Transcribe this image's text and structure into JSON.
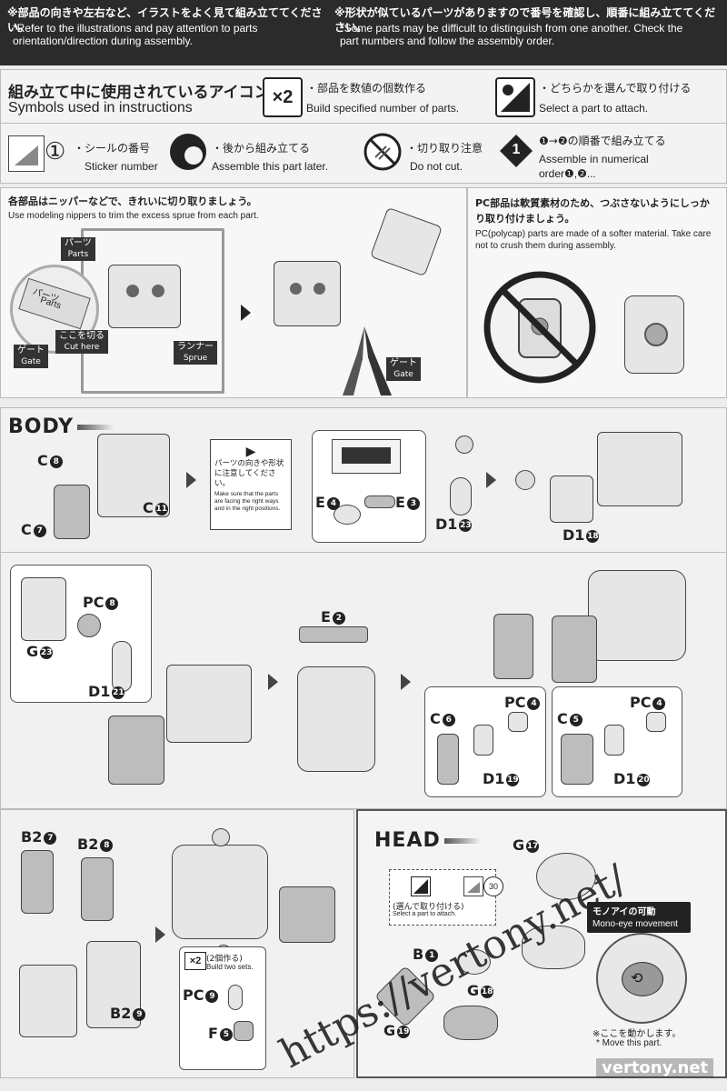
{
  "header": {
    "note_jp": "※部品の向きや左右など、イラストをよく見て組み立ててください。",
    "note_en": "*Refer to the illustrations and pay attention to parts orientation/direction during assembly.",
    "note2_jp": "※形状が似ているパーツがありますので番号を確認し、順番に組み立ててください。",
    "note2_en": "*Some parts may be difficult to distinguish from one another. Check the part numbers and follow the assembly order."
  },
  "icons_section": {
    "title_jp": "組み立て中に使用されているアイコン",
    "title_en": "Symbols used in instructions",
    "x2_badge": "×2",
    "x2_jp": "・部品を数値の個数作る",
    "x2_en": "Build specified number of parts.",
    "select_jp": "・どちらかを選んで取り付ける",
    "select_en": "Select a part to attach.",
    "sticker_num": "①",
    "sticker_jp": "・シールの番号",
    "sticker_en": "Sticker number",
    "later_jp": "・後から組み立てる",
    "later_en": "Assemble this part later.",
    "nocut_jp": "・切り取り注意",
    "nocut_en": "Do not cut.",
    "order_badge": "1",
    "order_jp": "❶→❷の順番で組み立てる",
    "order_en": "Assemble in numerical order❶,❷..."
  },
  "nipper_section": {
    "text_jp": "各部品はニッパーなどで、きれいに切り取りましょう。",
    "text_en": "Use modeling nippers to trim the excess sprue from each part.",
    "parts_jp": "パーツ",
    "parts_en": "Parts",
    "parts2_jp": "パーツ",
    "parts2_en": "Parts",
    "cut_jp": "ここを切る",
    "cut_en": "Cut here",
    "gate_jp": "ゲート",
    "gate_en": "Gate",
    "runner_jp": "ランナー",
    "runner_en": "Sprue",
    "gate2_jp": "ゲート",
    "gate2_en": "Gate"
  },
  "pc_section": {
    "text_jp": "PC部品は軟質素材のため、つぶさないようにしっかり取り付けましょう。",
    "text_en": "PC(polycap) parts are made of a softer material. Take care not to crush them during assembly."
  },
  "body": {
    "title": "BODY",
    "c8": "C",
    "c8n": "8",
    "c11": "C",
    "c11n": "11",
    "c7": "C",
    "c7n": "7",
    "note_jp": "パーツの向きや形状に注意してください。",
    "note_en": "Make sure that the parts are facing the right ways and in the right positions.",
    "e4": "E",
    "e4n": "4",
    "e3": "E",
    "e3n": "3",
    "d123": "D1",
    "d123n": "23",
    "d118": "D1",
    "d118n": "18",
    "pc8": "PC",
    "pc8n": "8",
    "g23": "G",
    "g23n": "23",
    "d121": "D1",
    "d121n": "21",
    "e2": "E",
    "e2n": "2",
    "pc4a": "PC",
    "pc4an": "4",
    "c6": "C",
    "c6n": "6",
    "d119": "D1",
    "d119n": "19",
    "pc4b": "PC",
    "pc4bn": "4",
    "c5": "C",
    "c5n": "5",
    "d120": "D1",
    "d120n": "20",
    "b27": "B2",
    "b27n": "7",
    "b28": "B2",
    "b28n": "8",
    "b29": "B2",
    "b29n": "9",
    "x2_badge": "×2",
    "x2_jp": "(2個作る)",
    "x2_en": "Build two sets.",
    "pc9": "PC",
    "pc9n": "9",
    "f5": "F",
    "f5n": "5"
  },
  "head": {
    "title": "HEAD",
    "g17": "G",
    "g17n": "17",
    "select_jp": "(選んで取り付ける)",
    "select_en": "Select a part to attach.",
    "sticker_num": "30",
    "b1": "B",
    "b1n": "1",
    "g18": "G",
    "g18n": "18",
    "g19": "G",
    "g19n": "19",
    "mono_jp": "モノアイの可動",
    "mono_en": "Mono-eye movement",
    "move_jp": "※ここを動かします。",
    "move_en": "* Move this part."
  },
  "watermark": {
    "main": "https://vertony.net/",
    "corner": "vertony.net"
  }
}
